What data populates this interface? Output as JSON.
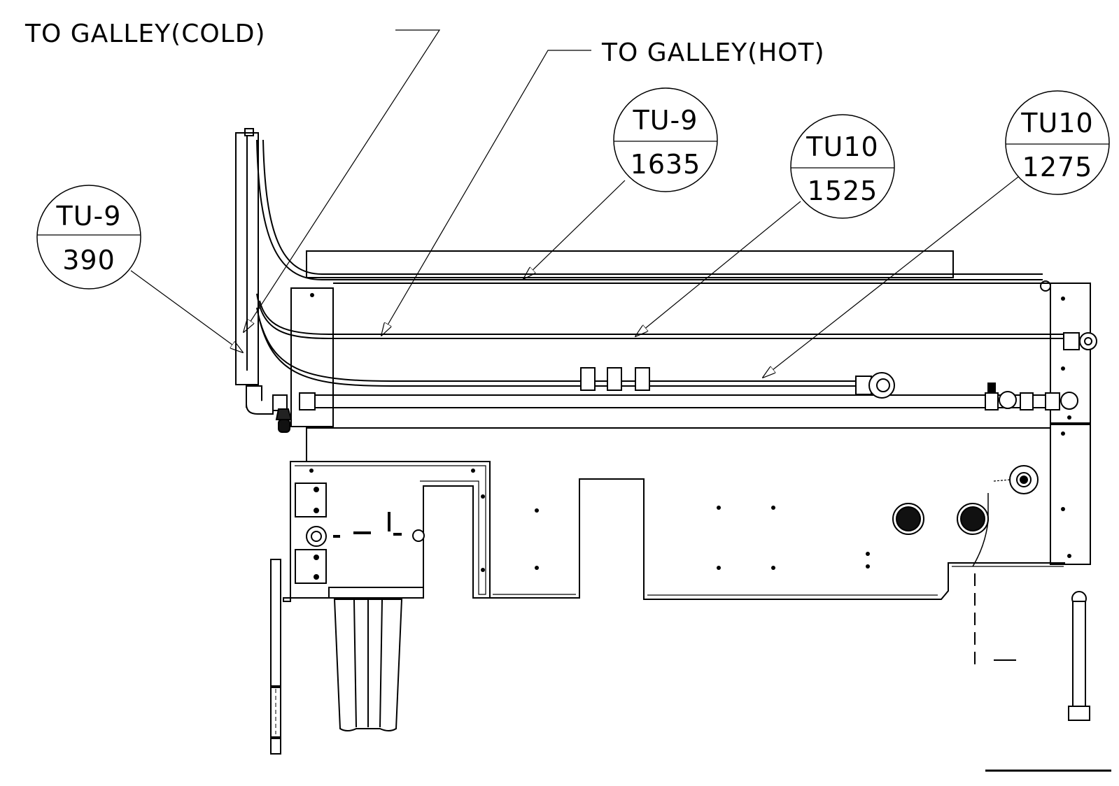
{
  "labels": {
    "cold": "TO GALLEY(COLD)",
    "hot": "TO GALLEY(HOT)"
  },
  "balloons": [
    {
      "id": "tu9-390",
      "code": "TU-9",
      "length": "390"
    },
    {
      "id": "tu9-1635",
      "code": "TU-9",
      "length": "1635"
    },
    {
      "id": "tu10-1525",
      "code": "TU10",
      "length": "1525"
    },
    {
      "id": "tu10-1275",
      "code": "TU10",
      "length": "1275"
    }
  ]
}
